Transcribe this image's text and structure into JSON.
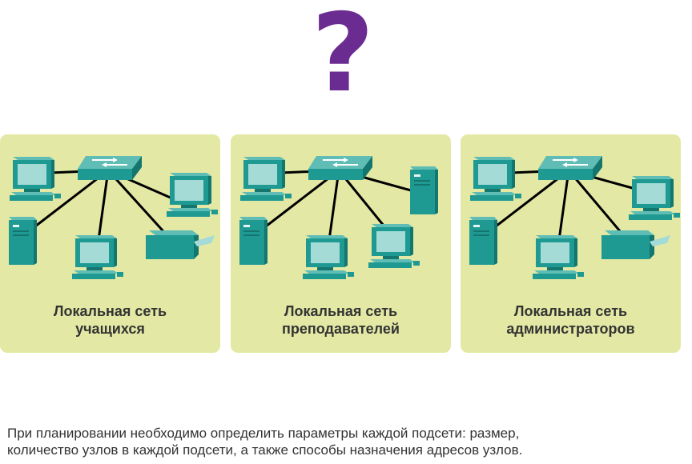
{
  "header": {
    "symbol": "?"
  },
  "colors": {
    "accent": "#6b2c91",
    "panel": "#e3e9a4",
    "device": "#1f9a93",
    "device_dark": "#13766f",
    "screen": "#9fd8d4",
    "link": "#000000"
  },
  "panels": [
    {
      "label_line1": "Локальная сеть",
      "label_line2": "учащихся"
    },
    {
      "label_line1": "Локальная сеть",
      "label_line2": "преподавателей"
    },
    {
      "label_line1": "Локальная сеть",
      "label_line2": "администраторов"
    }
  ],
  "caption": {
    "line1": "При планировании необходимо определить параметры каждой подсети: размер,",
    "line2": "количество узлов в каждой подсети, а также способы назначения адресов узлов."
  }
}
